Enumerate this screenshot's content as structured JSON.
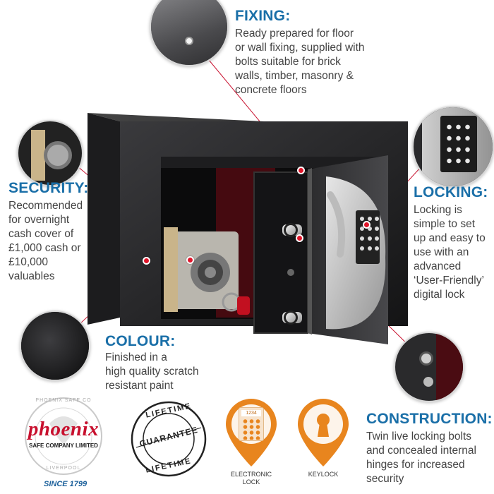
{
  "fixing": {
    "heading": "FIXING:",
    "lines": [
      "Ready prepared for floor",
      "or wall fixing, supplied with",
      "bolts suitable for brick",
      "walls, timber, masonry &",
      "concrete floors"
    ]
  },
  "security": {
    "heading": "SECURITY:",
    "lines": [
      "Recommended",
      "for overnight",
      "cash cover of",
      "£1,000 cash or",
      "£10,000",
      "valuables"
    ]
  },
  "locking": {
    "heading": "LOCKING:",
    "lines": [
      "Locking is",
      "simple to set",
      "up and easy to",
      "use with an",
      "advanced",
      "‘User-Friendly’",
      "digital lock"
    ]
  },
  "colour": {
    "heading": "COLOUR:",
    "lines": [
      "Finished in a",
      "high quality scratch",
      "resistant paint"
    ]
  },
  "construction": {
    "heading": "CONSTRUCTION:",
    "lines": [
      "Twin live locking bolts",
      "and concealed internal",
      "hinges for increased",
      "security"
    ]
  },
  "brand": {
    "logo_word": "phoenix",
    "logo_sub": "SAFE COMPANY LIMITED",
    "logo_ring_top": "PHOENIX SAFE CO",
    "logo_ring_bottom": "LIVERPOOL",
    "since": "SINCE 1799"
  },
  "guarantee": {
    "top": "LIFETIME",
    "middle": "GUARANTEE",
    "bottom": "LIFETIME"
  },
  "badges": [
    {
      "label_line1": "ELECTRONIC",
      "label_line2": "LOCK",
      "screen": "1234"
    },
    {
      "label_line1": "KEYLOCK",
      "label_line2": ""
    }
  ],
  "colors": {
    "heading_blue": "#1a6fa8",
    "dot_red": "#e0152a",
    "safe_black": "#1b1b1d",
    "badge_orange": "#e8851e"
  }
}
